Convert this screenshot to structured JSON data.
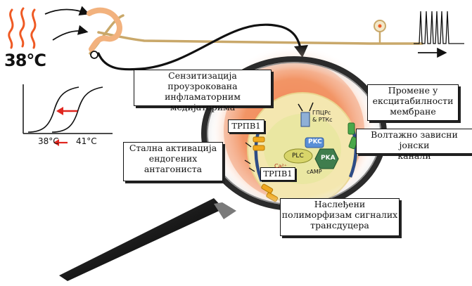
{
  "labels": {
    "temp_start": "38°C",
    "axis_low": "38°C",
    "axis_high": "41°C",
    "sensitization": "Сензитизација проузрокована\nинфламаторним\nмедијаторима",
    "excitability": "Промене у\nексцитабилности\nмембране",
    "voltage_channels": "Волтажно зависни јонски\nканали",
    "activation": "Стална активација\nендогених\nантагониста",
    "polymorphism": "Наслеђени\nполиморфизам сигналих\nтрансдуцера",
    "trpv1_top": "ТРПВ1",
    "trpv1_bottom": "ТРПВ1",
    "gpcr": "ГПЦРс\n& РТКс",
    "pkc": "PKC",
    "plc": "PLC",
    "pka": "PKA",
    "camp": "cAMP",
    "calcium": "Ca²⁺"
  },
  "colors": {
    "inflammation": "#ef5a24",
    "axon": "#c9a86a",
    "cell_body": "#f3e2a4",
    "nucleus": "#e7e6a0",
    "lens_rim": "#2b2b2b",
    "arrow_red": "#e0261f",
    "pkc": "#5a8fd6",
    "pka": "#3f7d4d",
    "plc": "#d8d56a",
    "trpv1": "#f0a81e",
    "ion_channel": "#4aa84a"
  }
}
